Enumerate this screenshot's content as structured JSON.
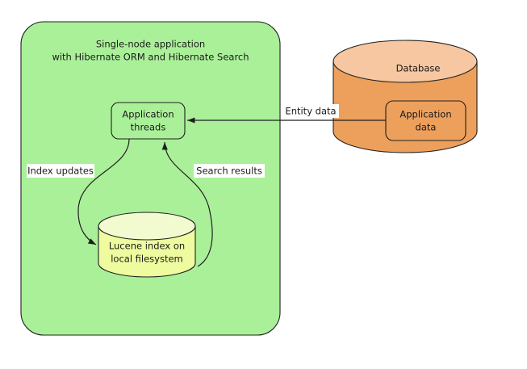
{
  "diagram": {
    "title_line1": "Single-node application",
    "title_line2": "with Hibernate ORM and Hibernate Search",
    "nodes": {
      "app_threads": {
        "label_line1": "Application",
        "label_line2": "threads"
      },
      "lucene_index": {
        "label_line1": "Lucene index on",
        "label_line2": "local filesystem"
      },
      "database": {
        "label": "Database"
      },
      "app_data": {
        "label_line1": "Application",
        "label_line2": "data"
      }
    },
    "edges": {
      "entity_data": {
        "label": "Entity data"
      },
      "index_updates": {
        "label": "Index updates"
      },
      "search_results": {
        "label": "Search results"
      }
    },
    "colors": {
      "panel_fill": "#aaf099",
      "panel_stroke": "#1f1f1f",
      "node_fill_green": "#aaf099",
      "cylinder_yellow_body": "#eefb9e",
      "cylinder_yellow_top": "#f2fbd0",
      "cylinder_orange_body": "#eda05c",
      "cylinder_orange_top": "#f6c7a0",
      "box_orange_fill": "#eda05c",
      "stroke": "#1f1f1f",
      "text": "#1a1a1a",
      "background": "#ffffff"
    }
  }
}
